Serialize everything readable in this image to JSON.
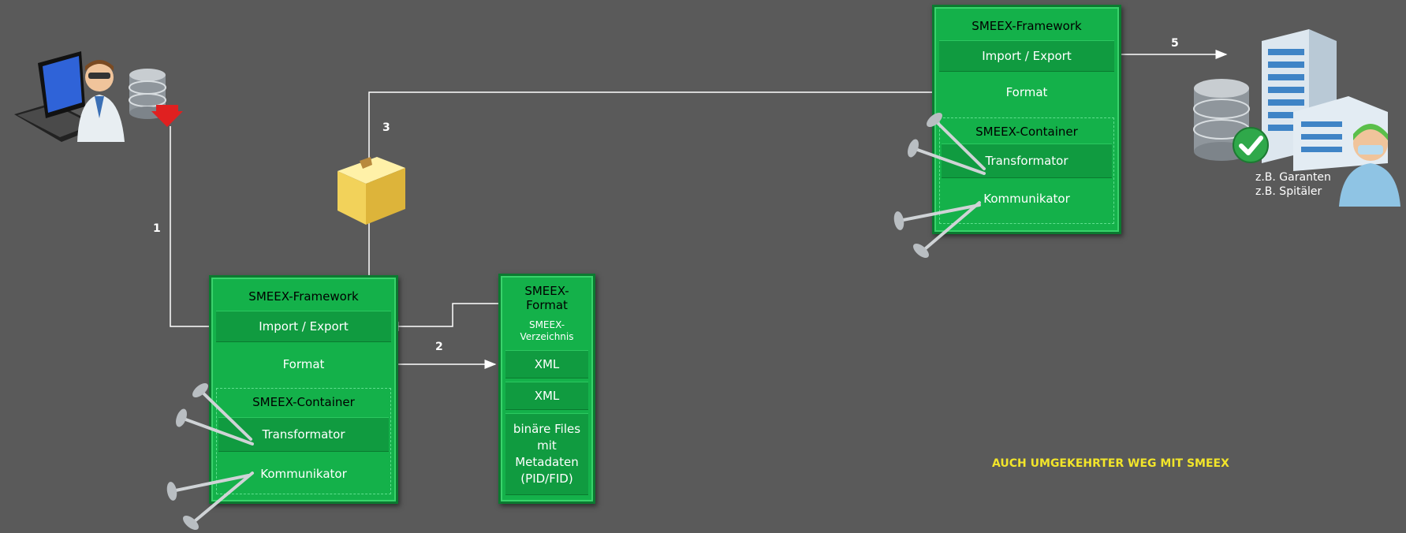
{
  "left_framework": {
    "title": "SMEEX-Framework",
    "import_export": "Import / Export",
    "format": "Format",
    "container_title": "SMEEX-Container",
    "transformator": "Transformator",
    "kommunikator": "Kommunikator"
  },
  "right_framework": {
    "title": "SMEEX-Framework",
    "import_export": "Import / Export",
    "format": "Format",
    "container_title": "SMEEX-Container",
    "transformator": "Transformator",
    "kommunikator": "Kommunikator"
  },
  "format_box": {
    "title_line1": "SMEEX-",
    "title_line2": "Format",
    "sub_line1": "SMEEX-",
    "sub_line2": "Verzeichnis",
    "xml1": "XML",
    "xml2": "XML",
    "bin_line1": "binäre Files",
    "bin_line2": "mit",
    "bin_line3": "Metadaten",
    "bin_line4": "(PID/FID)"
  },
  "steps": {
    "s1": "1",
    "s2": "2",
    "s3": "3",
    "s5": "5"
  },
  "targets": {
    "line1": "z.B. Garanten",
    "line2": "z.B. Spitäler"
  },
  "note": "AUCH UMGEKEHRTER WEG MIT SMEEX",
  "colors": {
    "background": "#5a5a5a",
    "box_green": "#14b14a",
    "note_yellow": "#f2e52a"
  }
}
